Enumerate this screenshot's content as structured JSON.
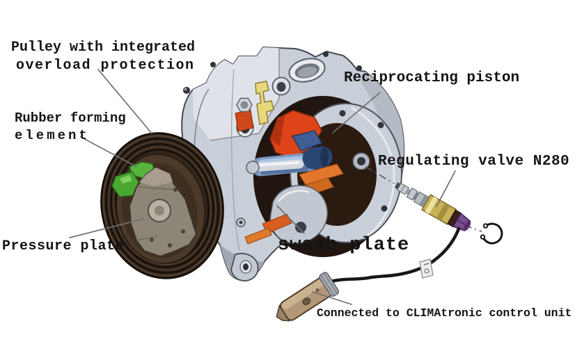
{
  "diagram": {
    "subject": "Air-conditioning compressor cutaway diagram",
    "labels": {
      "pulley": {
        "line1": "Pulley with integrated",
        "line2": "overload protection"
      },
      "rubber": {
        "line1": "Rubber forming",
        "line2": "element"
      },
      "reciprocating_piston": "Reciprocating piston",
      "regulating_valve": "Regulating valve N280",
      "pressure_plate": "Pressure plate",
      "swash_plate": "swash plate",
      "climatronic": "Connected to CLIMAtronic control unit"
    },
    "colors": {
      "background": "#ffffff",
      "label_text": "#141414",
      "body_grey": "#c9cfd8",
      "pulley_dark": "#33261b",
      "rubber_green": "#4aa832",
      "pressure_plate_grey": "#8e8579",
      "swash_red": "#dd4418",
      "swash_orange": "#e2772b",
      "piston_blue": "#7d9ac4",
      "valve_gold": "#c9b257",
      "valve_purple": "#7a4c92",
      "cable_black": "#17171a",
      "connector_tan": "#b39878",
      "bracket_yellow": "#e7d87c"
    }
  }
}
